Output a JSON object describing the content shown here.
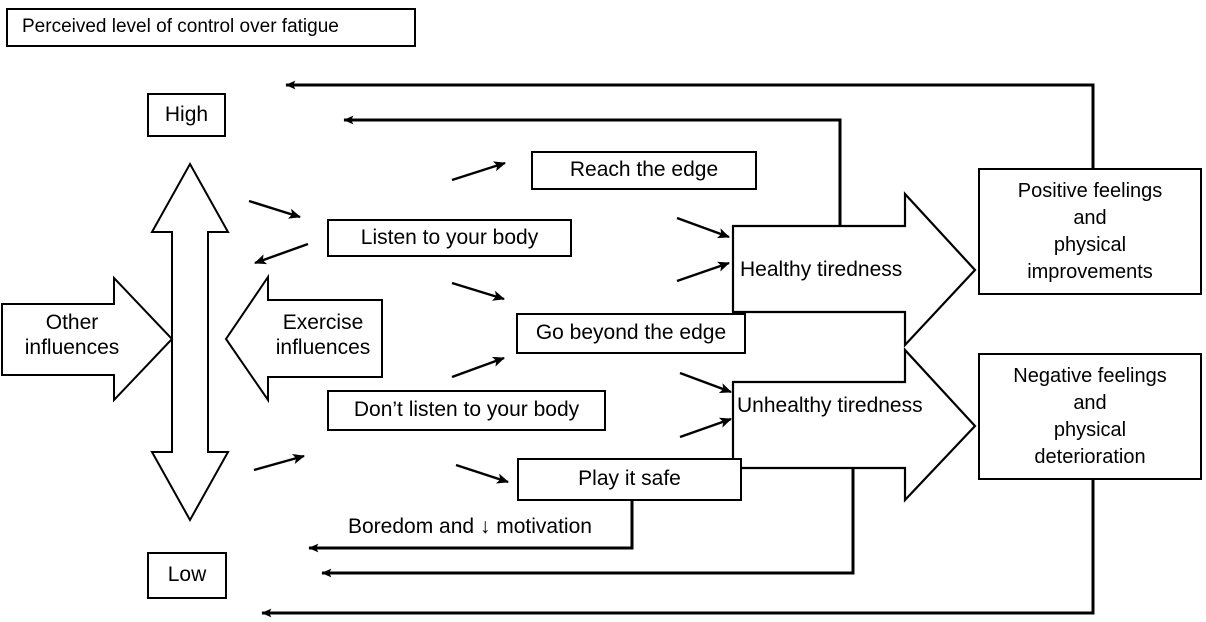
{
  "diagram": {
    "title": "Perceived level of control over fatigue",
    "levels": {
      "high": "High",
      "low": "Low"
    },
    "influences": {
      "other": "Other\ninfluences",
      "other_line1": "Other",
      "other_line2": "influences",
      "exercise_line1": "Exercise",
      "exercise_line2": "influences"
    },
    "behaviours": {
      "listen": "Listen to your body",
      "dont_listen": "Don’t listen to your body"
    },
    "edges": {
      "reach": "Reach the edge",
      "beyond": "Go beyond the edge",
      "safe": "Play it safe"
    },
    "tiredness": {
      "healthy": "Healthy tiredness",
      "unhealthy": "Unhealthy tiredness"
    },
    "outcomes": {
      "positive_line1": "Positive feelings",
      "positive_line2": "and",
      "positive_line3": "physical",
      "positive_line4": "improvements",
      "negative_line1": "Negative feelings",
      "negative_line2": "and",
      "negative_line3": "physical",
      "negative_line4": "deterioration"
    },
    "feedback": {
      "boredom": "Boredom and ↓ motivation"
    },
    "colors": {
      "stroke": "#000000",
      "fill": "#ffffff",
      "text": "#000000"
    }
  }
}
